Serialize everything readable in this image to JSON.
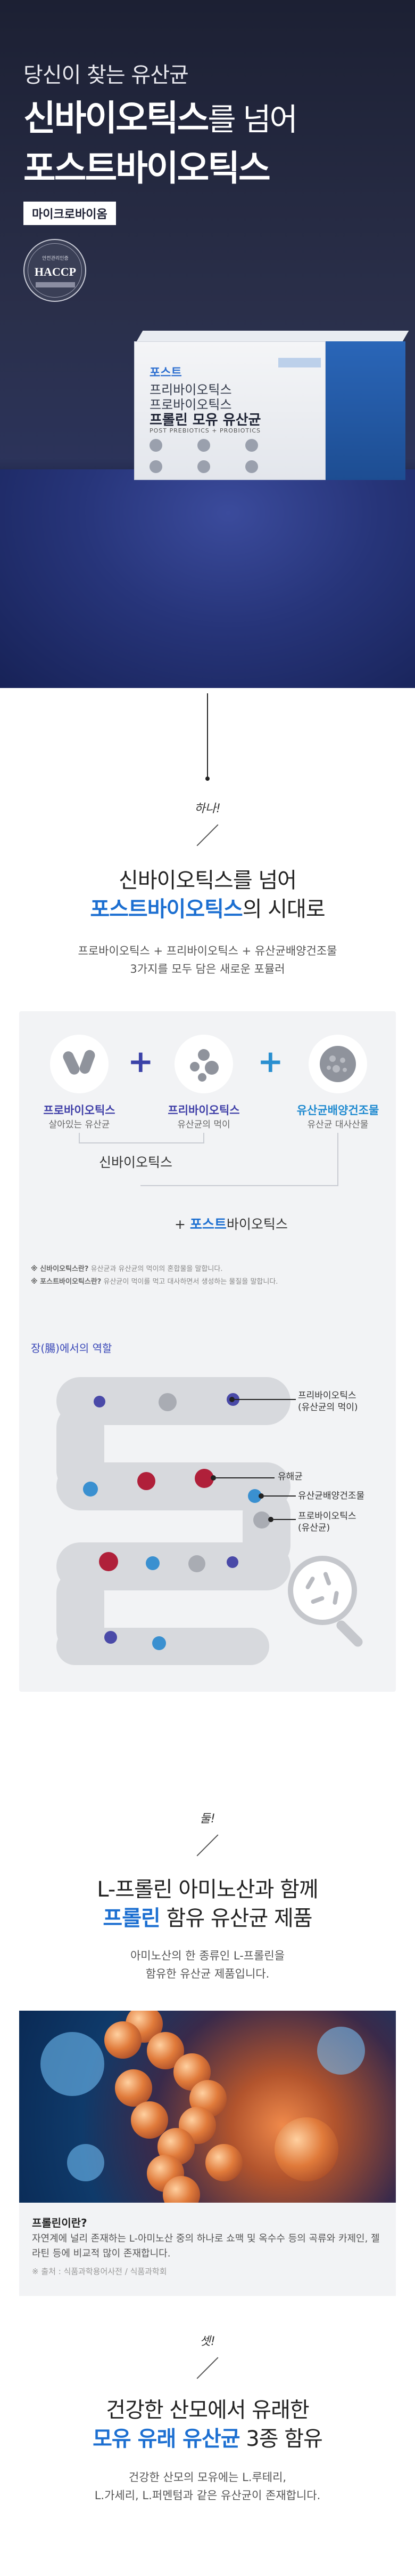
{
  "hero": {
    "subtitle": "당신이 찾는 유산균",
    "title_bold": "신바이오틱스",
    "title_light": "를 넘어",
    "title2": "포스트바이오틱스",
    "badge": "마이크로바이옴",
    "haccp": {
      "small_text": "안전관리인증",
      "main_text": "HACCP"
    }
  },
  "product_box": {
    "brand": "포스트",
    "line1": "프리바이오틱스",
    "line2": "프로바이오틱스",
    "line3": "프롤린 모유 유산균",
    "line4": "POST PREBIOTICS + PROBIOTICS"
  },
  "section1": {
    "eyebrow": "하나!",
    "heading_line1": "신바이오틱스를 넘어",
    "heading_line2_blue": "포스트바이오틱스",
    "heading_line2_rest": "의 시대로",
    "desc_line1": "프로바이오틱스 + 프리바이오틱스 + 유산균배양건조물",
    "desc_line2": "3가지를 모두 담은 새로운 포뮬러"
  },
  "formula": {
    "items": [
      {
        "name": "프로바이오틱스",
        "desc": "살아있는 유산균"
      },
      {
        "name": "프리바이오틱스",
        "desc": "유산균의 먹이"
      },
      {
        "name": "유산균배양건조물",
        "desc": "유산균 대사산물"
      }
    ],
    "plus": "+",
    "combo1": "신바이오틱스",
    "combo2_prefix": "+ ",
    "combo2_blue": "포스트",
    "combo2_rest": "바이오틱스",
    "note1_bold": "※ 신바이오틱스란?",
    "note1_text": " 유산균과 유산균의 먹이의 혼합물을 말합니다.",
    "note2_bold": "※ 포스트바이오틱스란?",
    "note2_text": " 유산균이 먹이를 먹고 대사하면서 생성하는 물질을 말합니다."
  },
  "gut": {
    "title": "장(腸)에서의 역할",
    "labels": [
      {
        "line1": "프리바이오틱스",
        "line2": "(유산균의 먹이)"
      },
      {
        "line1": "유해균",
        "line2": ""
      },
      {
        "line1": "유산균배양건조물",
        "line2": ""
      },
      {
        "line1": "프로바이오틱스",
        "line2": "(유산균)"
      }
    ]
  },
  "section2": {
    "eyebrow": "둘!",
    "heading_line1": "L-프롤린 아미노산과 함께",
    "heading_line2_blue": "프롤린",
    "heading_line2_rest": " 함유 유산균 제품",
    "desc_line1": "아미노산의 한 종류인 L-프롤린을",
    "desc_line2": "함유한 유산균 제품입니다.",
    "caption_title": "프롤린이란?",
    "caption_text": "자연계에 널리 존재하는 L-아미노산 중의 하나로 쇼맥 및 옥수수 등의 곡류와 카제인, 젤라틴 등에 비교적 많이 존재합니다.",
    "caption_source": "※ 출처 : 식품과학용어사전 / 식품과학회"
  },
  "section3": {
    "eyebrow": "셋!",
    "heading_line1": "건강한 산모에서 유래한",
    "heading_line2_blue": "모유 유래 유산균",
    "heading_line2_rest": " 3종 함유",
    "desc_line1": "건강한 산모의 모유에는 L.루테리,",
    "desc_line2": "L.가세리, L.퍼멘텀과 같은 유산균이 존재합니다."
  },
  "colors": {
    "accent_blue": "#1c6fd1",
    "purple": "#4040a8",
    "harmful_red": "#b0203a",
    "lactic_blue": "#2a8fd0"
  }
}
